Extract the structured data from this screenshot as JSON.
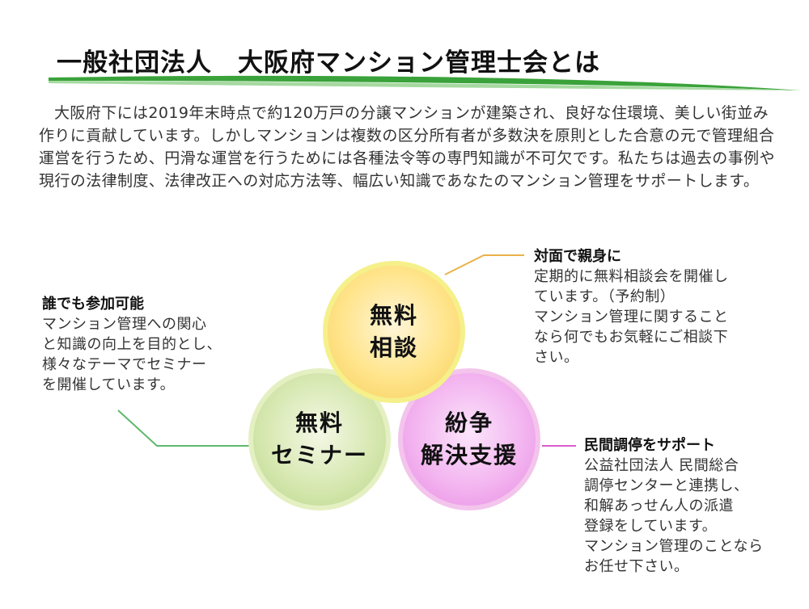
{
  "header": {
    "title": "一般社団法人　大阪府マンション管理士会とは"
  },
  "intro": {
    "text": "大阪府下には2019年末時点で約120万戸の分譲マンションが建築され、良好な住環境、美しい街並み作りに貢献しています。しかしマンションは複数の区分所有者が多数決を原則とした合意の元で管理組合運営を行うため、円滑な運営を行うためには各種法令等の専門知識が不可欠です。私たちは過去の事例や現行の法律制度、法律改正への対応方法等、幅広い知識であなたのマンション管理をサポートします。"
  },
  "circles": {
    "consult": {
      "line1": "無料",
      "line2": "相談"
    },
    "seminar": {
      "line1": "無料",
      "line2": "セミナー"
    },
    "dispute": {
      "line1": "紛争",
      "line2": "解決支援"
    }
  },
  "features": {
    "consult": {
      "heading": "対面で親身に",
      "body": "定期的に無料相談会を開催し\nています。（予約制）\nマンション管理に関すること\nなら何でもお気軽にご相談下\nさい。"
    },
    "seminar": {
      "heading": "誰でも参加可能",
      "body": "マンション管理への関心\nと知識の向上を目的とし、\n様々なテーマでセミナー\nを開催しています。"
    },
    "dispute": {
      "heading": "民間調停をサポート",
      "body": "公益社団法人 民間総合\n調停センターと連携し、\n和解あっせん人の派遣\n登録をしています。\nマンション管理のことなら\nお任せ下さい。"
    }
  },
  "colors": {
    "consult_accent": "#e9b14a",
    "seminar_accent": "#5fb86b",
    "dispute_accent": "#d85ccf",
    "swoosh_green": "#3aa23a"
  }
}
